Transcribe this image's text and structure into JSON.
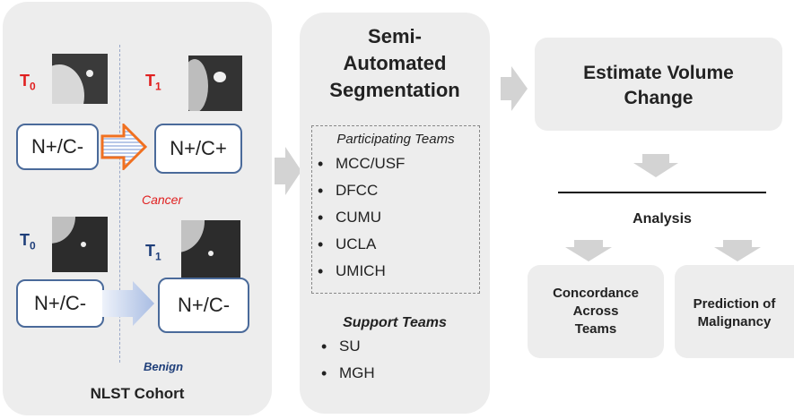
{
  "cohort": {
    "title": "NLST Cohort",
    "cancer_case": {
      "t0_label": "T",
      "t0_sub": "0",
      "t1_label": "T",
      "t1_sub": "1",
      "before": "N+/C-",
      "after": "N+/C+",
      "caption": "Cancer",
      "label_color": "#e02020"
    },
    "benign_case": {
      "t0_label": "T",
      "t0_sub": "0",
      "t1_label": "T",
      "t1_sub": "1",
      "before": "N+/C-",
      "after": "N+/C-",
      "caption": "Benign",
      "label_color": "#1f3f7a"
    }
  },
  "segmentation": {
    "title_line1": "Semi-",
    "title_line2": "Automated",
    "title_line3": "Segmentation",
    "participating_heading": "Participating Teams",
    "participating_teams": [
      "MCC/USF",
      "DFCC",
      "CUMU",
      "UCLA",
      "UMICH"
    ],
    "support_heading": "Support Teams",
    "support_teams": [
      "SU",
      "MGH"
    ]
  },
  "estimate": {
    "line1": "Estimate Volume",
    "line2": "Change"
  },
  "analysis": {
    "label": "Analysis",
    "concordance_line1": "Concordance",
    "concordance_line2": "Across",
    "concordance_line3": "Teams",
    "prediction_line1": "Prediction of",
    "prediction_line2": "Malignancy"
  }
}
